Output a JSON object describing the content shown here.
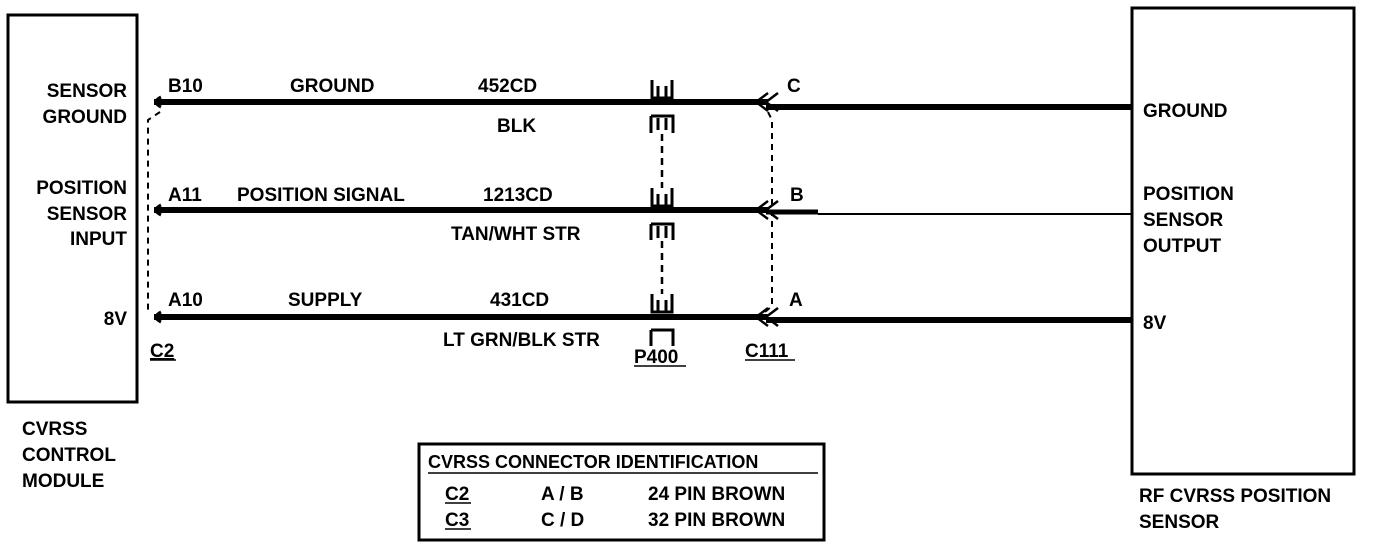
{
  "left_module": {
    "pin_labels": [
      "SENSOR",
      "GROUND",
      "POSITION",
      "SENSOR",
      "INPUT",
      "8V"
    ],
    "connector": "C2",
    "name_lines": [
      "CVRSS",
      "CONTROL",
      "MODULE"
    ]
  },
  "right_module": {
    "pin_labels": [
      "GROUND",
      "POSITION",
      "SENSOR",
      "OUTPUT",
      "8V"
    ],
    "name_lines": [
      "RF CVRSS POSITION",
      "SENSOR"
    ]
  },
  "wires": [
    {
      "pin": "B10",
      "function": "GROUND",
      "circuit": "452CD",
      "color": "BLK",
      "terminal": "C"
    },
    {
      "pin": "A11",
      "function": "POSITION SIGNAL",
      "circuit": "1213CD",
      "color": "TAN/WHT STR",
      "terminal": "B"
    },
    {
      "pin": "A10",
      "function": "SUPPLY",
      "circuit": "431CD",
      "color": "LT GRN/BLK STR",
      "terminal": "A"
    }
  ],
  "connectors": {
    "inline": "P400",
    "sensor": "C111"
  },
  "legend": {
    "title": "CVRSS CONNECTOR IDENTIFICATION",
    "rows": [
      {
        "conn": "C2",
        "pins": "A / B",
        "desc": "24 PIN BROWN"
      },
      {
        "conn": "C3",
        "pins": "C / D",
        "desc": "32 PIN BROWN"
      }
    ]
  }
}
